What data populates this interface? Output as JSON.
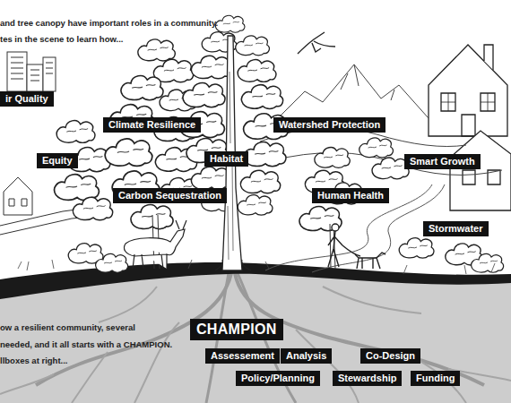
{
  "diagram": {
    "nodes": [
      {
        "text": [
          "ir Quality"
        ]
      },
      {
        "text": [
          "Climate Resilience"
        ]
      },
      {
        "text": [
          "Watershed Protection"
        ]
      },
      {
        "text": [
          "Equity"
        ]
      },
      {
        "text": [
          "Habitat"
        ]
      },
      {
        "text": [
          "Smart Growth"
        ]
      },
      {
        "text": [
          "Carbon Sequestration"
        ]
      },
      {
        "text": [
          "Human Health"
        ]
      },
      {
        "text": [
          "Stormwater"
        ]
      },
      {
        "text": [
          "CHAMPION"
        ]
      },
      {
        "text": [
          "Assessement"
        ]
      },
      {
        "text": [
          "Analysis"
        ]
      },
      {
        "text": [
          "Co-Design"
        ]
      },
      {
        "text": [
          "Policy/Planning"
        ]
      },
      {
        "text": [
          "Stewardship"
        ]
      },
      {
        "text": [
          "Funding"
        ]
      }
    ],
    "labels": [
      "and tree canopy have important roles in a community.",
      "tes in the scene to learn how...",
      "ow a resilient community, several",
      "needed, and it all starts with a CHAMPION.",
      "llboxes at right..."
    ]
  }
}
